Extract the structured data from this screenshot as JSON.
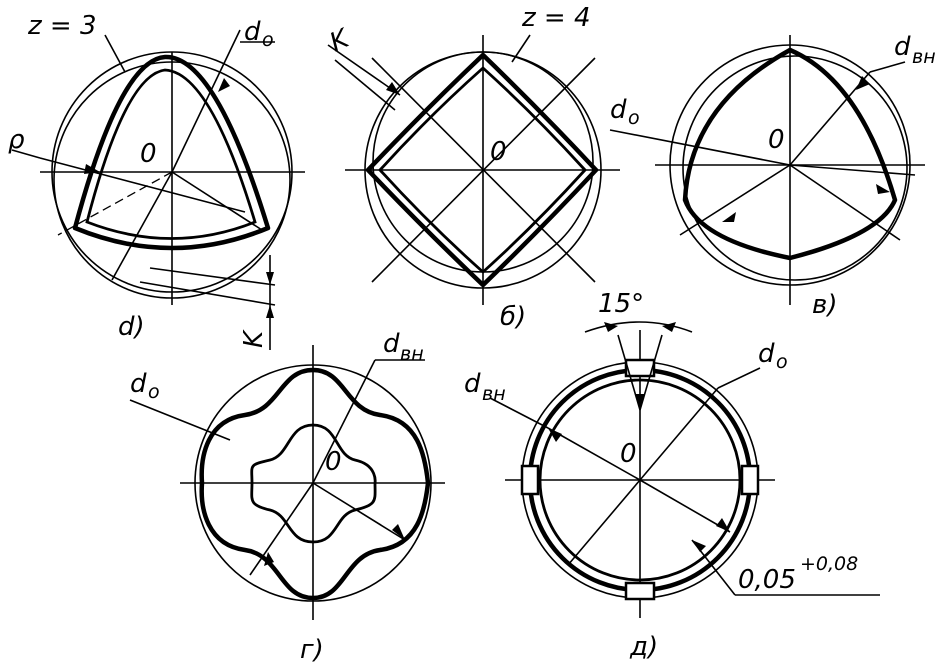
{
  "panels": {
    "a": {
      "caption": "d)",
      "z_label": "z = 3",
      "d0_main": "d",
      "d0_sub": "o",
      "rho": "ρ",
      "center": "0",
      "k": "K"
    },
    "b": {
      "caption": "б)",
      "z_label": "z = 4",
      "k": "K",
      "center": "0"
    },
    "c": {
      "caption": "в)",
      "d0_main": "d",
      "d0_sub": "o",
      "dvn_main": "d",
      "dvn_sub": "вн",
      "center": "0"
    },
    "d": {
      "caption": "г)",
      "d0_main": "d",
      "d0_sub": "o",
      "dvn_main": "d",
      "dvn_sub": "вн",
      "center": "0"
    },
    "e": {
      "caption": "д)",
      "angle": "15°",
      "d0_main": "d",
      "d0_sub": "o",
      "dvn_main": "d",
      "dvn_sub": "вн",
      "center": "0",
      "tol_main": "0,05",
      "tol_sup": "+0,08"
    }
  }
}
